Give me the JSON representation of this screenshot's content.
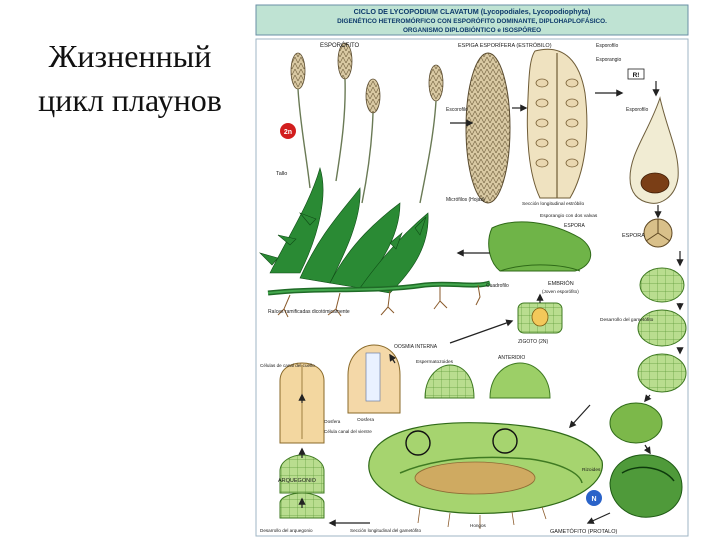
{
  "slide": {
    "title": "Жизненный цикл плаунов"
  },
  "poster": {
    "header_line1": "CICLO DE LYCOPODIUM CLAVATUM (Lycopodiales, Lycopodiophyta)",
    "header_line2": "DIGENÉTICO HETEROMÓRFICO CON ESPORÓFITO DOMINANTE, DIPLOHAPLOFÁSICO.",
    "header_line3": "ORGANISMO DIPLOBIÓNTICO e ISOSPÓREO",
    "badge_red": "2n",
    "badge_blue": "N",
    "badge_ri": "R!",
    "labels": {
      "esporofito": "ESPORÓFITO",
      "espiga": "ESPIGA ESPORÍFERA (ESTRÓBILO)",
      "esporofilo_top": "Esporofilo",
      "esporangio_top": "Esporangio",
      "escorofilo": "Escorofilo",
      "esporofilo_right": "Esporofilo",
      "tallo": "Tallo",
      "seccion_estrobilo": "Sección longitudinal estróbilo",
      "esporangio_valvas": "Esporangio con dos valvas",
      "microfilos": "Micrófilos (Hojas)",
      "espora": "ESPORA",
      "cuadrofilo": "Cuadrofilo",
      "embrion": "EMBRIÓN",
      "embrion_sub": "(Joven esporófito)",
      "raices": "Raíces ramificadas dicotómicamente",
      "zigoto": "ZIGOTO (2N)",
      "desarrollo_gametofito": "Desarrollo del gametófito",
      "oosmia": "OOSMIA INTERNA",
      "espermatozoides": "Espermatozoides",
      "anteridio": "ANTERIDIO",
      "celulas_canal": "Células de canal del cuello",
      "oosfera_a": "Oosfera",
      "celula_canal_vientre": "Célula canal del vientre",
      "oosfera_b": "Oosfera",
      "arquegonio": "ARQUEGONIO",
      "rizoides": "Rizoides",
      "hongos": "Hongos",
      "desarrollo_arquegonio": "Desarrollo del arquegonio",
      "seccion_gametofito": "Sección longitudinal del gametófito",
      "gametofito": "GAMETÓFITO (PROTALO)"
    }
  },
  "colors": {
    "header_bg": "#bfe3d3",
    "header_text": "#0d3a6b",
    "poster_border": "#6a8fa6",
    "plant_green": "#1f7a2a",
    "cone_tan": "#c8b48a",
    "soil_brown": "#8a5a2b",
    "red_badge": "#d21e1e",
    "blue_badge": "#2a63c9",
    "arrow": "#222222"
  }
}
